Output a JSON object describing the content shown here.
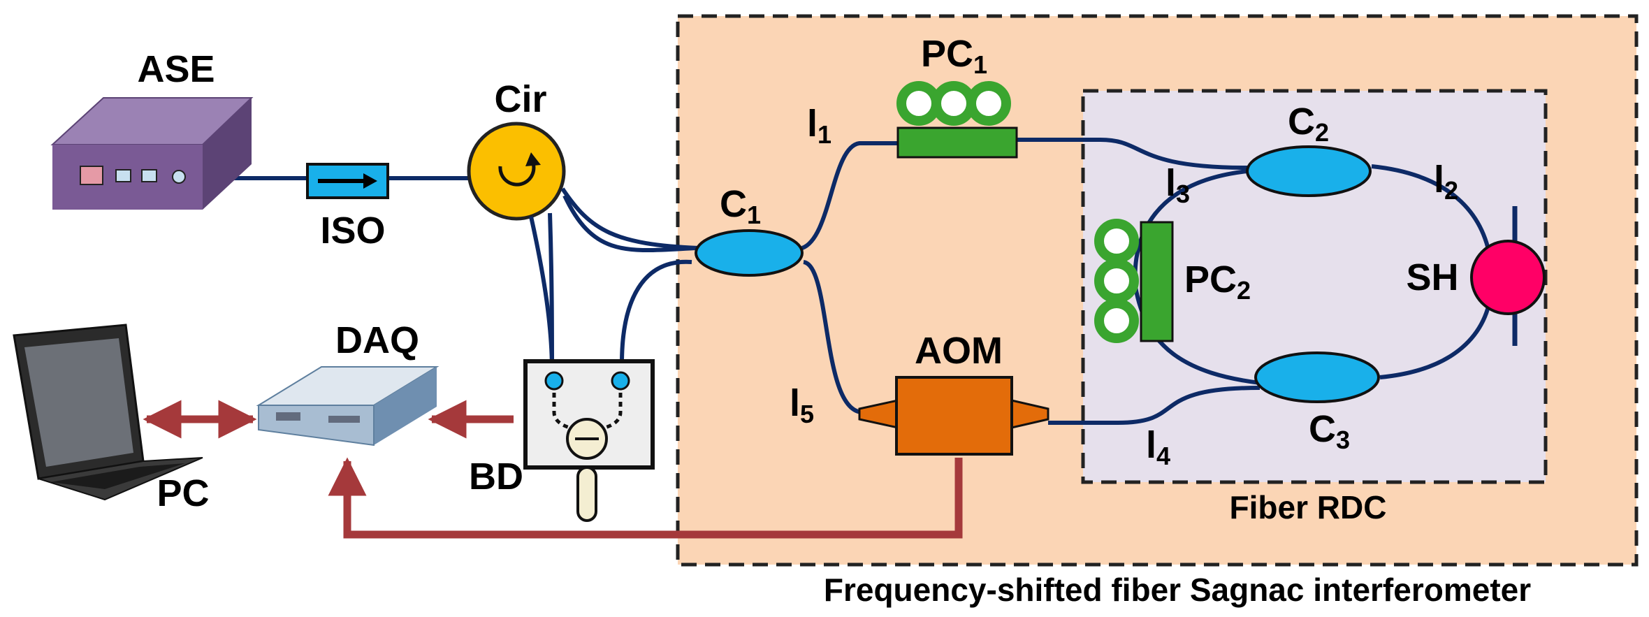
{
  "labels": {
    "ase": "ASE",
    "iso": "ISO",
    "cir": "Cir",
    "c1": "C",
    "c1_sub": "1",
    "c2": "C",
    "c2_sub": "2",
    "c3": "C",
    "c3_sub": "3",
    "pc1": "PC",
    "pc1_sub": "1",
    "pc2": "PC",
    "pc2_sub": "2",
    "l1": "l",
    "l1_sub": "1",
    "l2": "l",
    "l2_sub": "2",
    "l3": "l",
    "l3_sub": "3",
    "l4": "l",
    "l4_sub": "4",
    "l5": "l",
    "l5_sub": "5",
    "sh": "SH",
    "aom": "AOM",
    "daq": "DAQ",
    "bd": "BD",
    "pc": "PC",
    "fiber_rdc": "Fiber RDC",
    "sagnac": "Frequency-shifted fiber Sagnac interferometer"
  },
  "colors": {
    "fiber": "#0d2a66",
    "electrical": "#a5393b",
    "coupler": "#19b0ea",
    "pc_green": "#3aa52f",
    "aom_orange": "#e36c0a",
    "circulator": "#fbbf00",
    "sh_pink": "#ff0066",
    "sagnac_bg": "#fbd5b5",
    "rdc_bg": "#e6e0ec",
    "ase_purple": "#7a5a95"
  },
  "icons": [
    "ase-source-icon",
    "isolator-icon",
    "circulator-icon",
    "coupler-icon",
    "polarization-controller-icon",
    "aom-icon",
    "balanced-detector-icon",
    "daq-device-icon",
    "laptop-icon",
    "shutter-icon"
  ]
}
